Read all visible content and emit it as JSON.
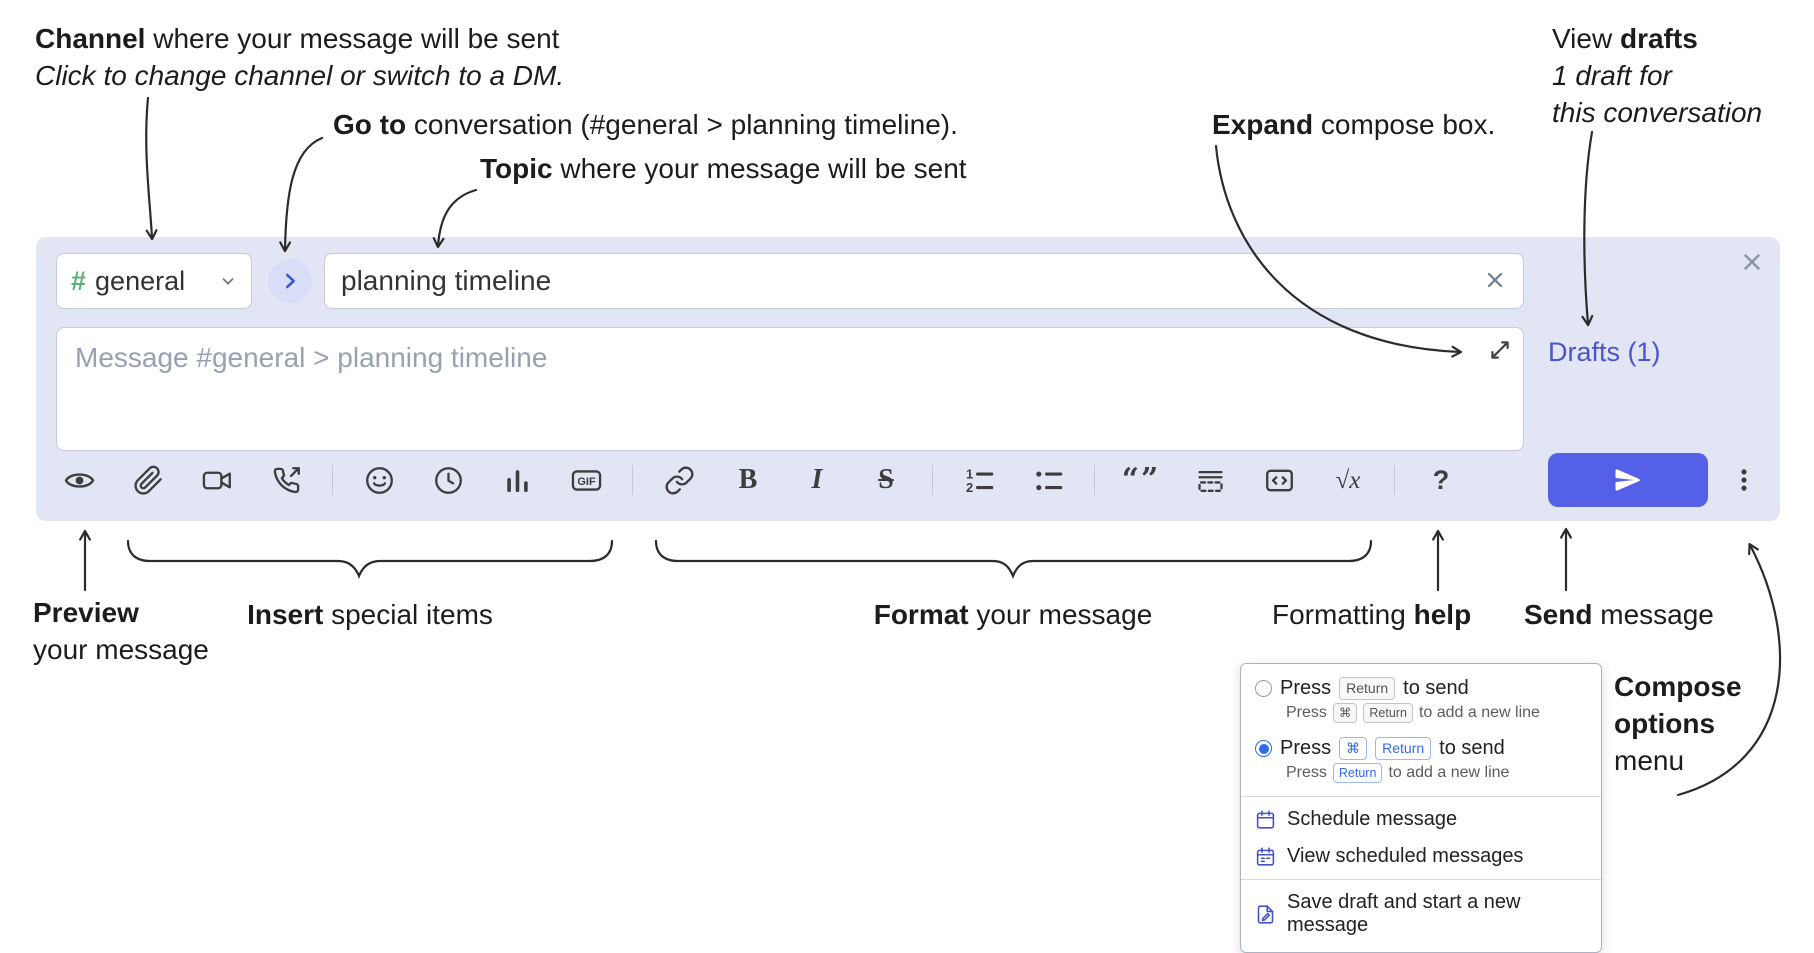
{
  "colors": {
    "compose_bg": "#e2e5f4",
    "accent_blue": "#5560e8",
    "link_purple": "#4b53cf",
    "channel_green": "#5cb176",
    "menu_blue": "#2f6bee"
  },
  "annotations": {
    "channel": {
      "keyword": "Channel",
      "text": " where your message will be sent",
      "subtext": "Click to change channel or switch to a DM."
    },
    "go_to": {
      "keyword": "Go to",
      "text": " conversation (#general > planning timeline)."
    },
    "topic": {
      "keyword": "Topic",
      "text": " where your message will be sent"
    },
    "expand": {
      "keyword": "Expand",
      "text": " compose box."
    },
    "view_drafts": {
      "text": "View ",
      "keyword": "drafts",
      "subtext1": "1 draft for",
      "subtext2": "this conversation"
    },
    "preview": {
      "keyword": "Preview",
      "subtext": "your message"
    },
    "insert": {
      "keyword": "Insert",
      "text": " special items"
    },
    "format": {
      "keyword": "Format",
      "text": " your message"
    },
    "formatting_help": {
      "text": "Formatting ",
      "keyword": "help"
    },
    "send": {
      "keyword": "Send",
      "text": " message"
    },
    "compose_options": {
      "keyword1": "Compose",
      "keyword2": "options",
      "text": "menu"
    }
  },
  "compose": {
    "channel_hash": "#",
    "channel_name": "general",
    "topic_value": "planning timeline",
    "message_placeholder": "Message #general > planning timeline",
    "drafts_label": "Drafts (1)",
    "toolbar": {
      "gif": "GIF",
      "bold": "B",
      "italic": "I",
      "strike": "S",
      "quote": "“”",
      "math": "√x",
      "help": "?"
    }
  },
  "options_menu": {
    "option1": {
      "pre": "Press",
      "key": "Return",
      "post": "to send",
      "sub_pre": "Press",
      "sub_key1": "⌘",
      "sub_key2": "Return",
      "sub_post": "to add a new line"
    },
    "option2": {
      "pre": "Press",
      "key1": "⌘",
      "key2": "Return",
      "post": "to send",
      "sub_pre": "Press",
      "sub_key": "Return",
      "sub_post": "to add a new line"
    },
    "items": [
      "Schedule message",
      "View scheduled messages",
      "Save draft and start a new message"
    ]
  }
}
